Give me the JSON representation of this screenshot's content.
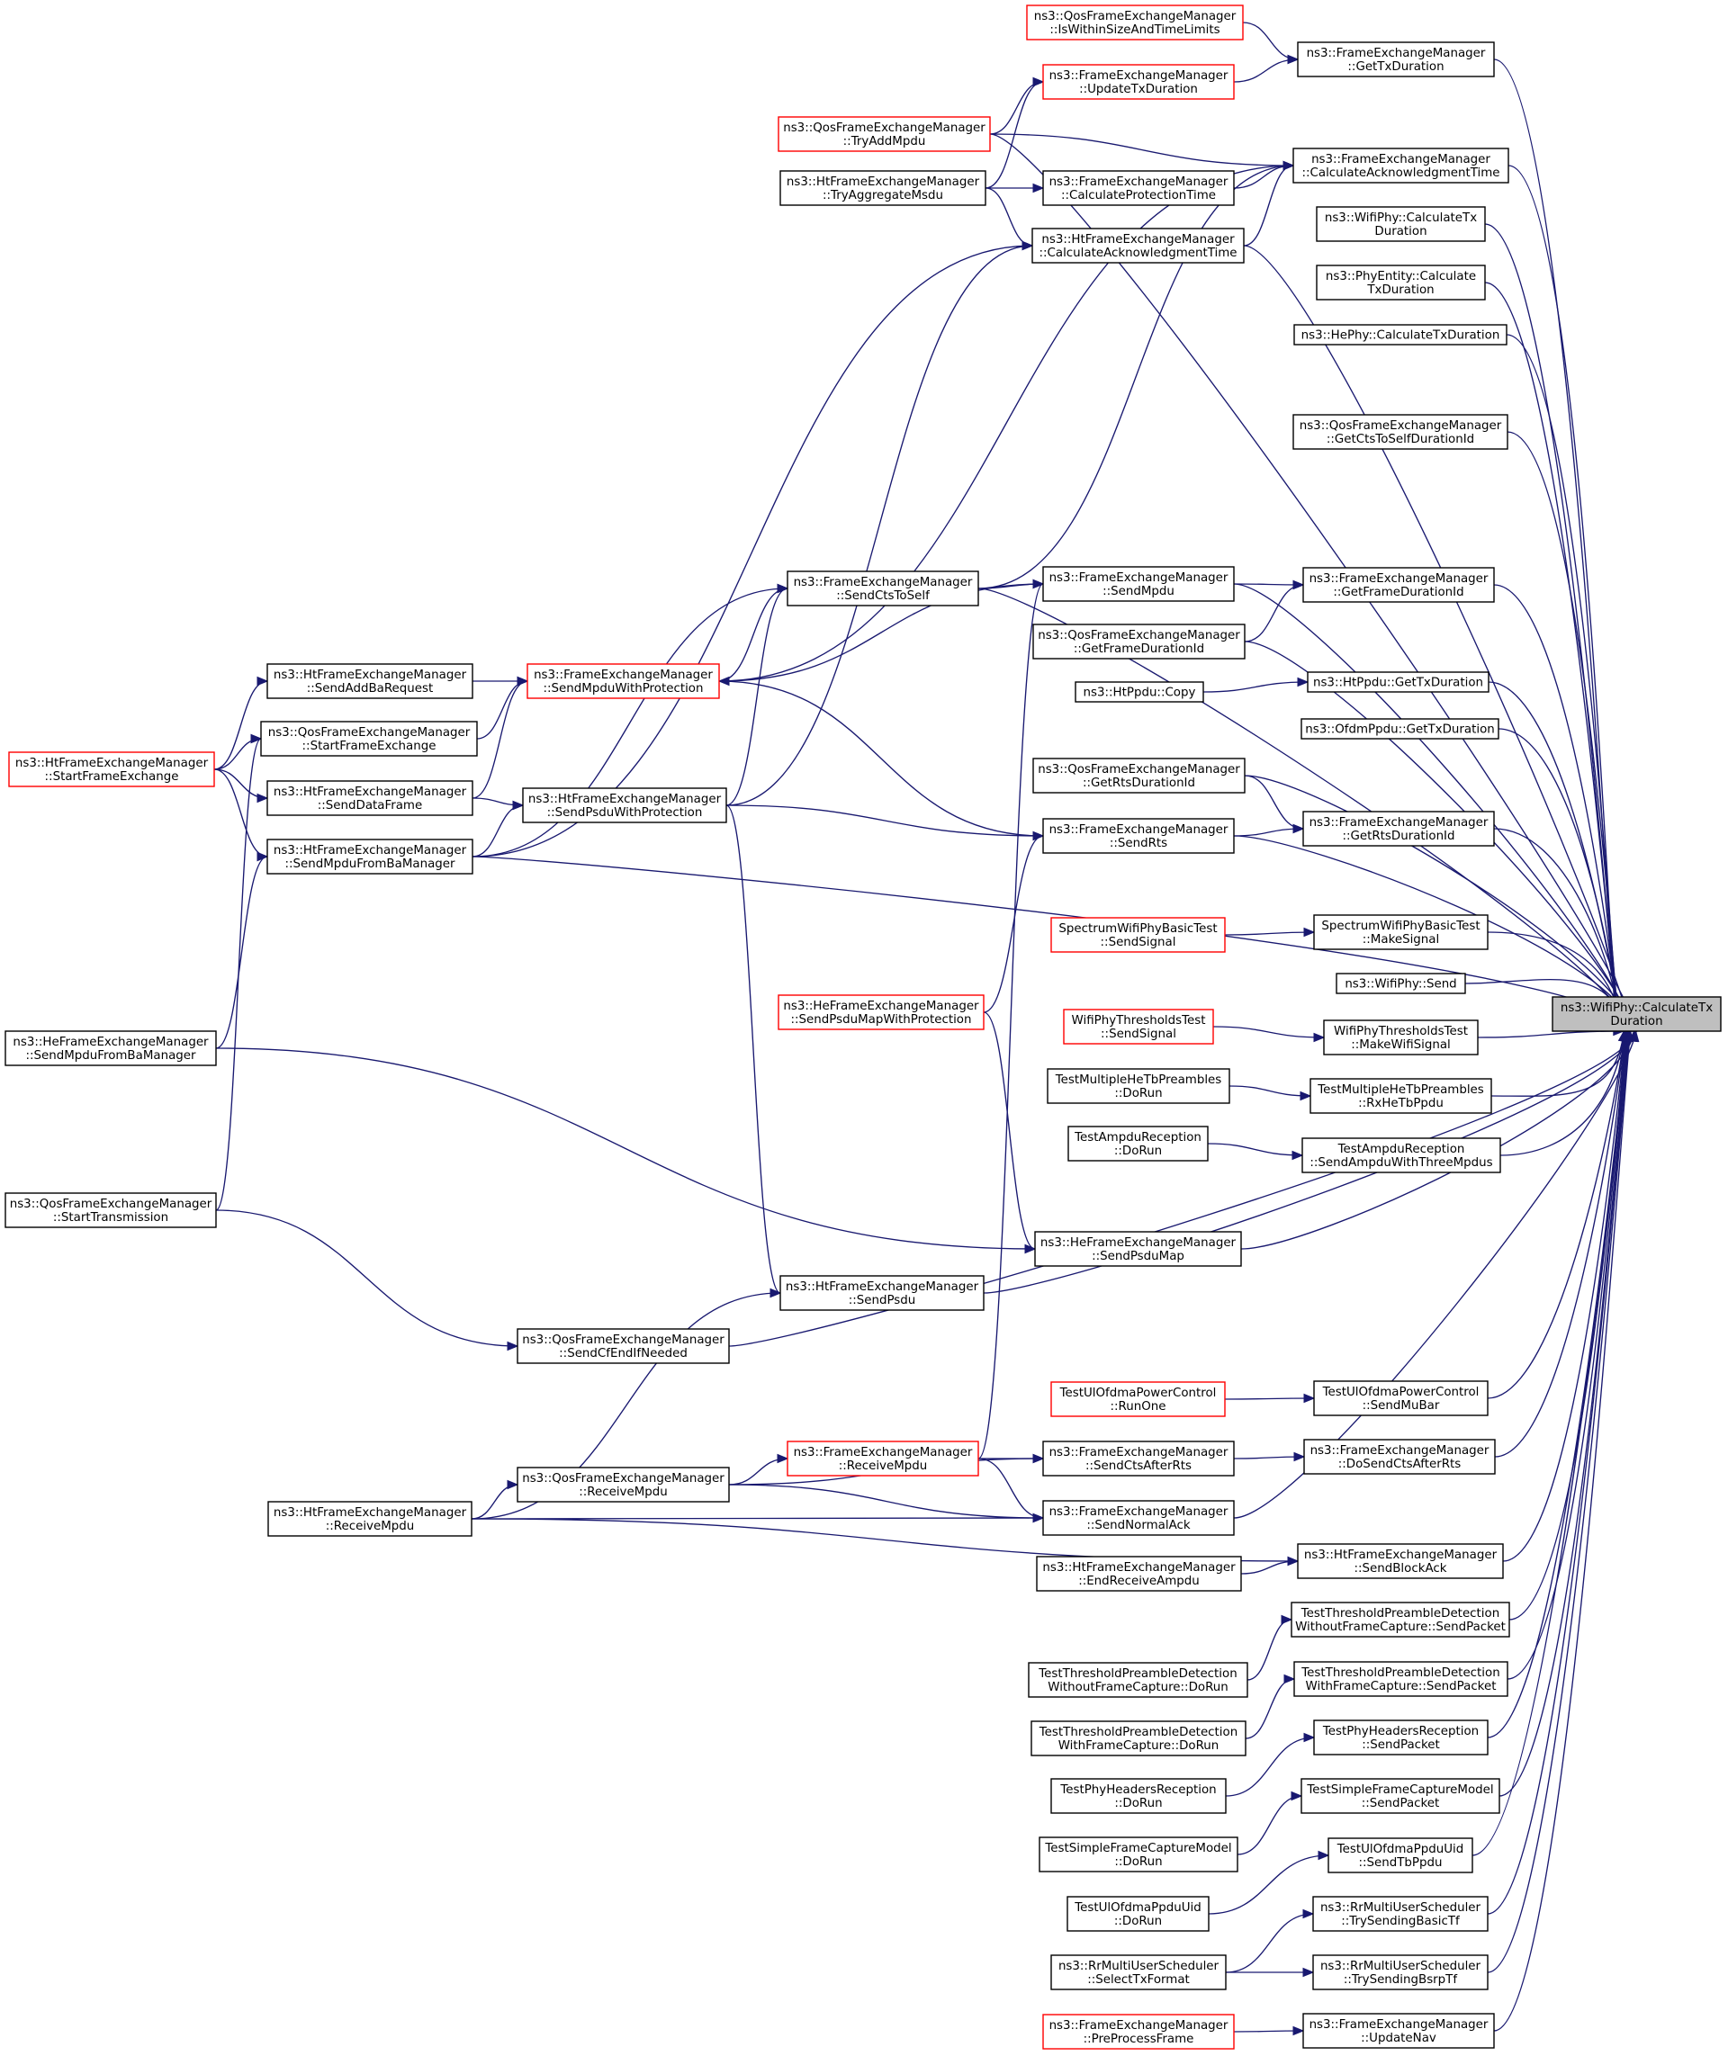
{
  "graph": {
    "nodes": [
      {
        "id": "root",
        "lines": [
          "ns3::WifiPhy::CalculateTx",
          "Duration"
        ],
        "style": "root"
      },
      {
        "id": "fem_gettxd",
        "lines": [
          "ns3::FrameExchangeManager",
          "::GetTxDuration"
        ],
        "style": "black"
      },
      {
        "id": "fem_calcack",
        "lines": [
          "ns3::FrameExchangeManager",
          "::CalculateAcknowledgmentTime"
        ],
        "style": "black"
      },
      {
        "id": "wifiphy_calctx",
        "lines": [
          "ns3::WifiPhy::CalculateTx",
          "Duration"
        ],
        "style": "black"
      },
      {
        "id": "phyentity",
        "lines": [
          "ns3::PhyEntity::Calculate",
          "TxDuration"
        ],
        "style": "black"
      },
      {
        "id": "hephy",
        "lines": [
          "ns3::HePhy::CalculateTxDuration"
        ],
        "style": "black"
      },
      {
        "id": "qos_getcts",
        "lines": [
          "ns3::QosFrameExchangeManager",
          "::GetCtsToSelfDurationId"
        ],
        "style": "black"
      },
      {
        "id": "fem_getframedur",
        "lines": [
          "ns3::FrameExchangeManager",
          "::GetFrameDurationId"
        ],
        "style": "black"
      },
      {
        "id": "htppdu_gettx",
        "lines": [
          "ns3::HtPpdu::GetTxDuration"
        ],
        "style": "black"
      },
      {
        "id": "ofdmppdu",
        "lines": [
          "ns3::OfdmPpdu::GetTxDuration"
        ],
        "style": "black"
      },
      {
        "id": "fem_getrts",
        "lines": [
          "ns3::FrameExchangeManager",
          "::GetRtsDurationId"
        ],
        "style": "black"
      },
      {
        "id": "spectrum_make",
        "lines": [
          "SpectrumWifiPhyBasicTest",
          "::MakeSignal"
        ],
        "style": "black"
      },
      {
        "id": "wifiphy_send",
        "lines": [
          "ns3::WifiPhy::Send"
        ],
        "style": "black"
      },
      {
        "id": "thr_make",
        "lines": [
          "WifiPhyThresholdsTest",
          "::MakeWifiSignal"
        ],
        "style": "black"
      },
      {
        "id": "multi_rx",
        "lines": [
          "TestMultipleHeTbPreambles",
          "::RxHeTbPpdu"
        ],
        "style": "black"
      },
      {
        "id": "ampdu_send",
        "lines": [
          "TestAmpduReception",
          "::SendAmpduWithThreeMpdus"
        ],
        "style": "black"
      },
      {
        "id": "ulpc_send",
        "lines": [
          "TestUlOfdmaPowerControl",
          "::SendMuBar"
        ],
        "style": "black"
      },
      {
        "id": "fem_dosend",
        "lines": [
          "ns3::FrameExchangeManager",
          "::DoSendCtsAfterRts"
        ],
        "style": "black"
      },
      {
        "id": "ht_sendba",
        "lines": [
          "ns3::HtFrameExchangeManager",
          "::SendBlockAck"
        ],
        "style": "black"
      },
      {
        "id": "tpd_wo_send",
        "lines": [
          "TestThresholdPreambleDetection",
          "WithoutFrameCapture::SendPacket"
        ],
        "style": "black"
      },
      {
        "id": "tpd_w_send",
        "lines": [
          "TestThresholdPreambleDetection",
          "WithFrameCapture::SendPacket"
        ],
        "style": "black"
      },
      {
        "id": "phr_send",
        "lines": [
          "TestPhyHeadersReception",
          "::SendPacket"
        ],
        "style": "black"
      },
      {
        "id": "sfc_send",
        "lines": [
          "TestSimpleFrameCaptureModel",
          "::SendPacket"
        ],
        "style": "black"
      },
      {
        "id": "ulpu_send",
        "lines": [
          "TestUlOfdmaPpduUid",
          "::SendTbPpdu"
        ],
        "style": "black"
      },
      {
        "id": "rr_basic",
        "lines": [
          "ns3::RrMultiUserScheduler",
          "::TrySendingBasicTf"
        ],
        "style": "black"
      },
      {
        "id": "rr_bsrp",
        "lines": [
          "ns3::RrMultiUserScheduler",
          "::TrySendingBsrpTf"
        ],
        "style": "black"
      },
      {
        "id": "fem_updnav",
        "lines": [
          "ns3::FrameExchangeManager",
          "::UpdateNav"
        ],
        "style": "black"
      },
      {
        "id": "qos_iswithin",
        "lines": [
          "ns3::QosFrameExchangeManager",
          "::IsWithinSizeAndTimeLimits"
        ],
        "style": "red"
      },
      {
        "id": "fem_updtx",
        "lines": [
          "ns3::FrameExchangeManager",
          "::UpdateTxDuration"
        ],
        "style": "red"
      },
      {
        "id": "qos_tryadd",
        "lines": [
          "ns3::QosFrameExchangeManager",
          "::TryAddMpdu"
        ],
        "style": "red"
      },
      {
        "id": "ht_tryagg",
        "lines": [
          "ns3::HtFrameExchangeManager",
          "::TryAggregateMsdu"
        ],
        "style": "black"
      },
      {
        "id": "fem_calcprot",
        "lines": [
          "ns3::FrameExchangeManager",
          "::CalculateProtectionTime"
        ],
        "style": "black"
      },
      {
        "id": "ht_calcack",
        "lines": [
          "ns3::HtFrameExchangeManager",
          "::CalculateAcknowledgmentTime"
        ],
        "style": "black"
      },
      {
        "id": "fem_sendcts",
        "lines": [
          "ns3::FrameExchangeManager",
          "::SendCtsToSelf"
        ],
        "style": "black"
      },
      {
        "id": "fem_sendmpdu",
        "lines": [
          "ns3::FrameExchangeManager",
          "::SendMpdu"
        ],
        "style": "black"
      },
      {
        "id": "qos_getframedur",
        "lines": [
          "ns3::QosFrameExchangeManager",
          "::GetFrameDurationId"
        ],
        "style": "black"
      },
      {
        "id": "htppdu_copy",
        "lines": [
          "ns3::HtPpdu::Copy"
        ],
        "style": "black"
      },
      {
        "id": "qos_getrts",
        "lines": [
          "ns3::QosFrameExchangeManager",
          "::GetRtsDurationId"
        ],
        "style": "black"
      },
      {
        "id": "fem_sendrts",
        "lines": [
          "ns3::FrameExchangeManager",
          "::SendRts"
        ],
        "style": "black"
      },
      {
        "id": "spectrum_sendsig",
        "lines": [
          "SpectrumWifiPhyBasicTest",
          "::SendSignal"
        ],
        "style": "red"
      },
      {
        "id": "he_sendpsdumapprot",
        "lines": [
          "ns3::HeFrameExchangeManager",
          "::SendPsduMapWithProtection"
        ],
        "style": "red"
      },
      {
        "id": "thr_sendsig",
        "lines": [
          "WifiPhyThresholdsTest",
          "::SendSignal"
        ],
        "style": "red"
      },
      {
        "id": "multi_dorun",
        "lines": [
          "TestMultipleHeTbPreambles",
          "::DoRun"
        ],
        "style": "black"
      },
      {
        "id": "ampdu_dorun",
        "lines": [
          "TestAmpduReception",
          "::DoRun"
        ],
        "style": "black"
      },
      {
        "id": "he_sendpsdumap",
        "lines": [
          "ns3::HeFrameExchangeManager",
          "::SendPsduMap"
        ],
        "style": "black"
      },
      {
        "id": "ht_sendpsdu",
        "lines": [
          "ns3::HtFrameExchangeManager",
          "::SendPsdu"
        ],
        "style": "black"
      },
      {
        "id": "qos_sendcfend",
        "lines": [
          "ns3::QosFrameExchangeManager",
          "::SendCfEndIfNeeded"
        ],
        "style": "black"
      },
      {
        "id": "ulpc_runone",
        "lines": [
          "TestUlOfdmaPowerControl",
          "::RunOne"
        ],
        "style": "red"
      },
      {
        "id": "fem_sendctsafter",
        "lines": [
          "ns3::FrameExchangeManager",
          "::SendCtsAfterRts"
        ],
        "style": "black"
      },
      {
        "id": "fem_recvmpdu",
        "lines": [
          "ns3::FrameExchangeManager",
          "::ReceiveMpdu"
        ],
        "style": "red"
      },
      {
        "id": "qos_recvmpdu",
        "lines": [
          "ns3::QosFrameExchangeManager",
          "::ReceiveMpdu"
        ],
        "style": "black"
      },
      {
        "id": "fem_sendnormack",
        "lines": [
          "ns3::FrameExchangeManager",
          "::SendNormalAck"
        ],
        "style": "black"
      },
      {
        "id": "ht_recvmpdu",
        "lines": [
          "ns3::HtFrameExchangeManager",
          "::ReceiveMpdu"
        ],
        "style": "black"
      },
      {
        "id": "ht_endrecv",
        "lines": [
          "ns3::HtFrameExchangeManager",
          "::EndReceiveAmpdu"
        ],
        "style": "black"
      },
      {
        "id": "tpd_wo_dorun",
        "lines": [
          "TestThresholdPreambleDetection",
          "WithoutFrameCapture::DoRun"
        ],
        "style": "black"
      },
      {
        "id": "tpd_w_dorun",
        "lines": [
          "TestThresholdPreambleDetection",
          "WithFrameCapture::DoRun"
        ],
        "style": "black"
      },
      {
        "id": "phr_dorun",
        "lines": [
          "TestPhyHeadersReception",
          "::DoRun"
        ],
        "style": "black"
      },
      {
        "id": "sfc_dorun",
        "lines": [
          "TestSimpleFrameCaptureModel",
          "::DoRun"
        ],
        "style": "black"
      },
      {
        "id": "ulpu_dorun",
        "lines": [
          "TestUlOfdmaPpduUid",
          "::DoRun"
        ],
        "style": "black"
      },
      {
        "id": "rr_select",
        "lines": [
          "ns3::RrMultiUserScheduler",
          "::SelectTxFormat"
        ],
        "style": "black"
      },
      {
        "id": "fem_preprocess",
        "lines": [
          "ns3::FrameExchangeManager",
          "::PreProcessFrame"
        ],
        "style": "red"
      },
      {
        "id": "fem_sendmpduprot",
        "lines": [
          "ns3::FrameExchangeManager",
          "::SendMpduWithProtection"
        ],
        "style": "red"
      },
      {
        "id": "ht_sendaddba",
        "lines": [
          "ns3::HtFrameExchangeManager",
          "::SendAddBaRequest"
        ],
        "style": "black"
      },
      {
        "id": "qos_startfe",
        "lines": [
          "ns3::QosFrameExchangeManager",
          "::StartFrameExchange"
        ],
        "style": "black"
      },
      {
        "id": "ht_senddata",
        "lines": [
          "ns3::HtFrameExchangeManager",
          "::SendDataFrame"
        ],
        "style": "black"
      },
      {
        "id": "ht_sendpsduprot",
        "lines": [
          "ns3::HtFrameExchangeManager",
          "::SendPsduWithProtection"
        ],
        "style": "black"
      },
      {
        "id": "ht_sendmpdufromba",
        "lines": [
          "ns3::HtFrameExchangeManager",
          "::SendMpduFromBaManager"
        ],
        "style": "black"
      },
      {
        "id": "ht_startfe",
        "lines": [
          "ns3::HtFrameExchangeManager",
          "::StartFrameExchange"
        ],
        "style": "red"
      },
      {
        "id": "he_sendmpdufromba",
        "lines": [
          "ns3::HeFrameExchangeManager",
          "::SendMpduFromBaManager"
        ],
        "style": "black"
      },
      {
        "id": "qos_starttx",
        "lines": [
          "ns3::QosFrameExchangeManager",
          "::StartTransmission"
        ],
        "style": "black"
      }
    ],
    "edges": [
      {
        "from": "qos_iswithin",
        "to": "fem_gettxd"
      },
      {
        "from": "fem_updtx",
        "to": "fem_gettxd"
      },
      {
        "from": "qos_tryadd",
        "to": "fem_updtx"
      },
      {
        "from": "ht_tryagg",
        "to": "fem_updtx"
      },
      {
        "from": "qos_tryadd",
        "to": "fem_calcack"
      },
      {
        "from": "ht_tryagg",
        "to": "fem_calcprot"
      },
      {
        "from": "ht_tryagg",
        "to": "ht_calcack"
      },
      {
        "from": "ht_calcack",
        "to": "fem_calcack"
      },
      {
        "from": "fem_calcprot",
        "to": "fem_calcack"
      },
      {
        "from": "fem_sendcts",
        "to": "fem_calcack"
      },
      {
        "from": "fem_sendmpduprot",
        "to": "fem_calcack"
      },
      {
        "from": "fem_sendcts",
        "to": "fem_sendmpdu"
      },
      {
        "from": "fem_sendmpdu",
        "to": "fem_getframedur"
      },
      {
        "from": "qos_getframedur",
        "to": "fem_getframedur"
      },
      {
        "from": "fem_sendmpduprot",
        "to": "fem_sendcts"
      },
      {
        "from": "ht_sendpsduprot",
        "to": "fem_sendcts"
      },
      {
        "from": "fem_sendmpduprot",
        "to": "fem_sendmpdu"
      },
      {
        "from": "htppdu_copy",
        "to": "htppdu_gettx"
      },
      {
        "from": "qos_getrts",
        "to": "fem_getrts"
      },
      {
        "from": "fem_sendrts",
        "to": "fem_getrts"
      },
      {
        "from": "fem_sendrts",
        "to": "fem_sendmpduprot"
      },
      {
        "from": "ht_sendpsduprot",
        "to": "fem_sendrts"
      },
      {
        "from": "he_sendpsdumapprot",
        "to": "fem_sendrts"
      },
      {
        "from": "spectrum_sendsig",
        "to": "spectrum_make"
      },
      {
        "from": "thr_sendsig",
        "to": "thr_make"
      },
      {
        "from": "multi_dorun",
        "to": "multi_rx"
      },
      {
        "from": "ampdu_dorun",
        "to": "ampdu_send"
      },
      {
        "from": "he_sendpsdumapprot",
        "to": "he_sendpsdumap"
      },
      {
        "from": "he_sendmpdufromba",
        "to": "he_sendpsdumap"
      },
      {
        "from": "ht_sendpsduprot",
        "to": "ht_sendpsdu"
      },
      {
        "from": "ht_recvmpdu",
        "to": "ht_sendpsdu"
      },
      {
        "from": "qos_starttx",
        "to": "qos_sendcfend"
      },
      {
        "from": "ulpc_runone",
        "to": "ulpc_send"
      },
      {
        "from": "fem_sendctsafter",
        "to": "fem_dosend"
      },
      {
        "from": "fem_recvmpdu",
        "to": "fem_sendctsafter"
      },
      {
        "from": "qos_recvmpdu",
        "to": "fem_sendctsafter"
      },
      {
        "from": "fem_recvmpdu",
        "to": "fem_sendmpdu"
      },
      {
        "from": "qos_recvmpdu",
        "to": "fem_recvmpdu"
      },
      {
        "from": "ht_recvmpdu",
        "to": "qos_recvmpdu"
      },
      {
        "from": "fem_recvmpdu",
        "to": "fem_sendnormack"
      },
      {
        "from": "qos_recvmpdu",
        "to": "fem_sendnormack"
      },
      {
        "from": "ht_recvmpdu",
        "to": "fem_sendnormack"
      },
      {
        "from": "ht_endrecv",
        "to": "ht_sendba"
      },
      {
        "from": "ht_recvmpdu",
        "to": "ht_sendba"
      },
      {
        "from": "tpd_wo_dorun",
        "to": "tpd_wo_send"
      },
      {
        "from": "tpd_w_dorun",
        "to": "tpd_w_send"
      },
      {
        "from": "phr_dorun",
        "to": "phr_send"
      },
      {
        "from": "sfc_dorun",
        "to": "sfc_send"
      },
      {
        "from": "ulpu_dorun",
        "to": "ulpu_send"
      },
      {
        "from": "rr_select",
        "to": "rr_basic"
      },
      {
        "from": "rr_select",
        "to": "rr_bsrp"
      },
      {
        "from": "fem_preprocess",
        "to": "fem_updnav"
      },
      {
        "from": "ht_sendaddba",
        "to": "fem_sendmpduprot"
      },
      {
        "from": "qos_startfe",
        "to": "fem_sendmpduprot"
      },
      {
        "from": "ht_senddata",
        "to": "fem_sendmpduprot"
      },
      {
        "from": "ht_senddata",
        "to": "ht_sendpsduprot"
      },
      {
        "from": "ht_sendmpdufromba",
        "to": "ht_sendpsduprot"
      },
      {
        "from": "ht_sendmpdufromba",
        "to": "fem_sendcts"
      },
      {
        "from": "ht_sendmpdufromba",
        "to": "ht_calcack"
      },
      {
        "from": "ht_sendpsduprot",
        "to": "ht_calcack"
      },
      {
        "from": "ht_startfe",
        "to": "ht_sendaddba"
      },
      {
        "from": "ht_startfe",
        "to": "qos_startfe"
      },
      {
        "from": "ht_startfe",
        "to": "ht_senddata"
      },
      {
        "from": "ht_startfe",
        "to": "ht_sendmpdufromba"
      },
      {
        "from": "he_sendmpdufromba",
        "to": "ht_sendmpdufromba"
      },
      {
        "from": "qos_starttx",
        "to": "qos_startfe"
      },
      {
        "from": "fem_gettxd",
        "to": "root"
      },
      {
        "from": "fem_calcack",
        "to": "root"
      },
      {
        "from": "wifiphy_calctx",
        "to": "root"
      },
      {
        "from": "phyentity",
        "to": "root"
      },
      {
        "from": "hephy",
        "to": "root"
      },
      {
        "from": "qos_getcts",
        "to": "root"
      },
      {
        "from": "fem_getframedur",
        "to": "root"
      },
      {
        "from": "htppdu_gettx",
        "to": "root"
      },
      {
        "from": "ofdmppdu",
        "to": "root"
      },
      {
        "from": "fem_getrts",
        "to": "root"
      },
      {
        "from": "spectrum_make",
        "to": "root"
      },
      {
        "from": "wifiphy_send",
        "to": "root"
      },
      {
        "from": "thr_make",
        "to": "root"
      },
      {
        "from": "multi_rx",
        "to": "root"
      },
      {
        "from": "ampdu_send",
        "to": "root"
      },
      {
        "from": "ulpc_send",
        "to": "root"
      },
      {
        "from": "fem_dosend",
        "to": "root"
      },
      {
        "from": "ht_sendba",
        "to": "root"
      },
      {
        "from": "tpd_wo_send",
        "to": "root"
      },
      {
        "from": "tpd_w_send",
        "to": "root"
      },
      {
        "from": "phr_send",
        "to": "root"
      },
      {
        "from": "sfc_send",
        "to": "root"
      },
      {
        "from": "ulpu_send",
        "to": "root"
      },
      {
        "from": "rr_basic",
        "to": "root"
      },
      {
        "from": "rr_bsrp",
        "to": "root"
      },
      {
        "from": "fem_updnav",
        "to": "root"
      },
      {
        "from": "ht_calcack",
        "to": "root"
      },
      {
        "from": "fem_sendcts",
        "to": "root"
      },
      {
        "from": "fem_sendmpdu",
        "to": "root"
      },
      {
        "from": "qos_getframedur",
        "to": "root"
      },
      {
        "from": "qos_getrts",
        "to": "root"
      },
      {
        "from": "fem_sendrts",
        "to": "root"
      },
      {
        "from": "he_sendpsdumap",
        "to": "root"
      },
      {
        "from": "ht_sendpsdu",
        "to": "root"
      },
      {
        "from": "qos_sendcfend",
        "to": "root"
      },
      {
        "from": "fem_sendnormack",
        "to": "root"
      },
      {
        "from": "ht_sendmpdufromba",
        "to": "root"
      },
      {
        "from": "qos_tryadd",
        "to": "root"
      }
    ]
  }
}
